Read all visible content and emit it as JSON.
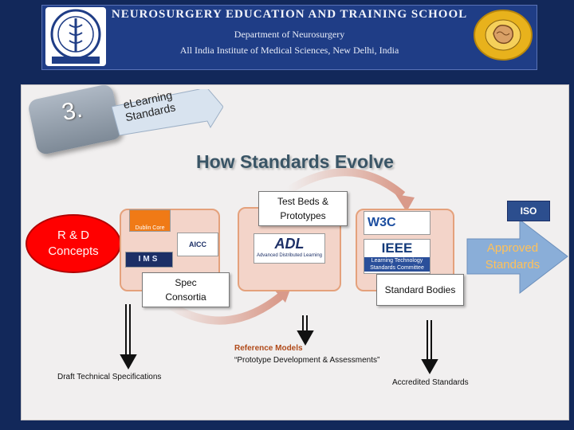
{
  "header": {
    "title": "NEUROSURGERY EDUCATION AND TRAINING SCHOOL",
    "department": "Department of Neurosurgery",
    "institute": "All India Institute of Medical Sciences, New Delhi, India"
  },
  "slide": {
    "section_number": "3.",
    "topic_line1": "eLearning",
    "topic_line2": "Standards",
    "title": "How Standards Evolve",
    "start": {
      "line1": "R & D",
      "line2": "Concepts"
    },
    "stage1": {
      "line1": "Spec",
      "line2": "Consortia",
      "logos": [
        "Dublin Core",
        "IMS",
        "AICC"
      ]
    },
    "stage2": {
      "line1": "Test Beds &",
      "line2": "Prototypes",
      "logos": [
        "ADL"
      ],
      "logo_caption": "Advanced Distributed Learning"
    },
    "stage3": {
      "label": "Standard Bodies",
      "logos": [
        "W3C",
        "IEEE"
      ],
      "ieee_caption_line1": "Learning Technology",
      "ieee_caption_line2": "Standards Committee"
    },
    "end": {
      "line1": "Approved",
      "line2": "Standards",
      "logo": "ISO"
    },
    "outputs": {
      "draft": "Draft Technical Specifications",
      "reference_title": "Reference Models",
      "reference_sub": "“Prototype Development & Assessments”",
      "accredited": "Accredited Standards"
    },
    "colors": {
      "rnd_fill": "#ff0000",
      "stage_fill": "#f3d4c9",
      "stage_border": "#e4a17c",
      "approved_fill": "#8aaed8",
      "approved_text": "#ffc15a",
      "title_color": "#3a5566"
    }
  }
}
